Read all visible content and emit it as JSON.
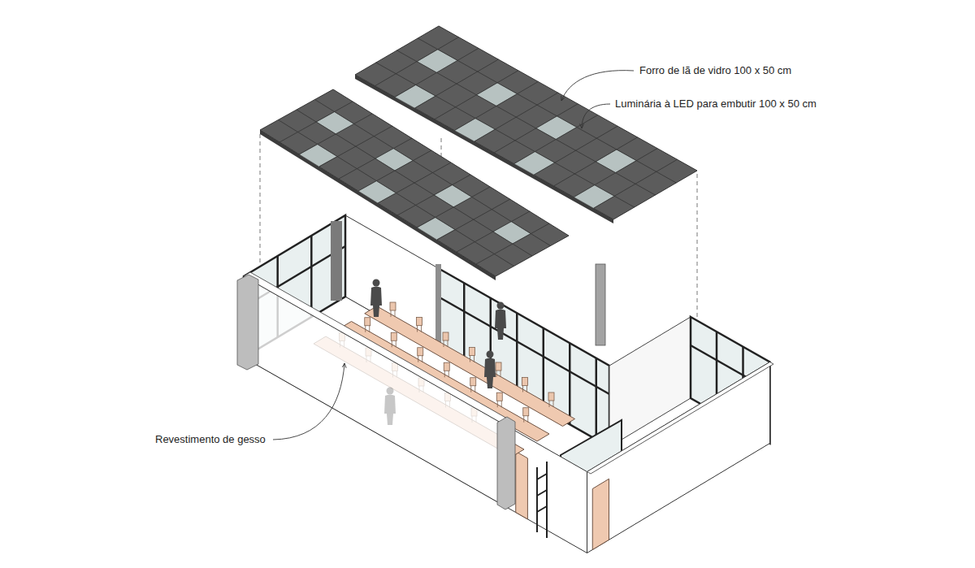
{
  "diagram": {
    "labels": [
      "Forro de lã de vidro 100 x 50 cm",
      "Luminária à LED para embutir 100 x 50 cm",
      "Revestimento de gesso"
    ]
  }
}
